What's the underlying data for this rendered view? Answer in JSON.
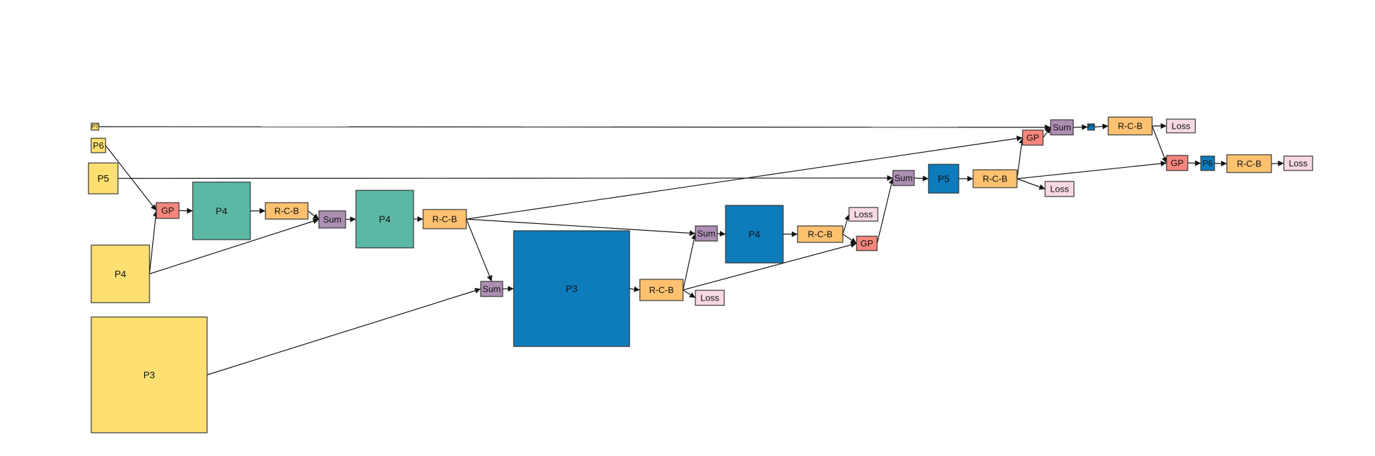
{
  "diagram": {
    "colors": {
      "input": "#fedf72",
      "teal": "#5bb8a5",
      "blue": "#0e7bbb",
      "rcb": "#fdc170",
      "gp": "#f5867b",
      "sum": "#ad8fb3",
      "loss": "#f7d9e3",
      "edge": "#111111"
    },
    "nodes": [
      {
        "id": "in_p7",
        "label": "P7",
        "kind": "input"
      },
      {
        "id": "in_p6",
        "label": "P6",
        "kind": "input"
      },
      {
        "id": "in_p5",
        "label": "P5",
        "kind": "input"
      },
      {
        "id": "in_p4",
        "label": "P4",
        "kind": "input"
      },
      {
        "id": "in_p3",
        "label": "P3",
        "kind": "input"
      },
      {
        "id": "gp1",
        "label": "GP",
        "kind": "gp"
      },
      {
        "id": "p4a",
        "label": "P4",
        "kind": "teal"
      },
      {
        "id": "rcb1",
        "label": "R-C-B",
        "kind": "rcb"
      },
      {
        "id": "sum1",
        "label": "Sum",
        "kind": "sum"
      },
      {
        "id": "p4b",
        "label": "P4",
        "kind": "teal"
      },
      {
        "id": "rcb2",
        "label": "R-C-B",
        "kind": "rcb"
      },
      {
        "id": "sum2",
        "label": "Sum",
        "kind": "sum"
      },
      {
        "id": "p3out",
        "label": "P3",
        "kind": "blue"
      },
      {
        "id": "rcb3",
        "label": "R-C-B",
        "kind": "rcb"
      },
      {
        "id": "loss3",
        "label": "Loss",
        "kind": "loss"
      },
      {
        "id": "sum3",
        "label": "Sum",
        "kind": "sum"
      },
      {
        "id": "p4out",
        "label": "P4",
        "kind": "blue"
      },
      {
        "id": "rcb4",
        "label": "R-C-B",
        "kind": "rcb"
      },
      {
        "id": "loss4",
        "label": "Loss",
        "kind": "loss"
      },
      {
        "id": "gp4",
        "label": "GP",
        "kind": "gp"
      },
      {
        "id": "sum5",
        "label": "Sum",
        "kind": "sum"
      },
      {
        "id": "p5out",
        "label": "P5",
        "kind": "blue"
      },
      {
        "id": "rcb5",
        "label": "R-C-B",
        "kind": "rcb"
      },
      {
        "id": "loss5",
        "label": "Loss",
        "kind": "loss"
      },
      {
        "id": "gp5",
        "label": "GP",
        "kind": "gp"
      },
      {
        "id": "sum7",
        "label": "Sum",
        "kind": "sum"
      },
      {
        "id": "p7out",
        "label": "P7",
        "kind": "blue"
      },
      {
        "id": "rcb7",
        "label": "R-C-B",
        "kind": "rcb"
      },
      {
        "id": "loss7",
        "label": "Loss",
        "kind": "loss"
      },
      {
        "id": "gp6",
        "label": "GP",
        "kind": "gp"
      },
      {
        "id": "p6out",
        "label": "P6",
        "kind": "blue"
      },
      {
        "id": "rcb6",
        "label": "R-C-B",
        "kind": "rcb"
      },
      {
        "id": "loss6",
        "label": "Loss",
        "kind": "loss"
      }
    ],
    "edges": [
      [
        "in_p6",
        "gp1"
      ],
      [
        "in_p4",
        "gp1"
      ],
      [
        "gp1",
        "p4a"
      ],
      [
        "p4a",
        "rcb1"
      ],
      [
        "rcb1",
        "sum1"
      ],
      [
        "in_p4",
        "sum1"
      ],
      [
        "sum1",
        "p4b"
      ],
      [
        "p4b",
        "rcb2"
      ],
      [
        "rcb2",
        "sum2"
      ],
      [
        "in_p3",
        "sum2"
      ],
      [
        "sum2",
        "p3out"
      ],
      [
        "p3out",
        "rcb3"
      ],
      [
        "rcb3",
        "loss3"
      ],
      [
        "rcb2",
        "sum3"
      ],
      [
        "rcb3",
        "sum3"
      ],
      [
        "sum3",
        "p4out"
      ],
      [
        "p4out",
        "rcb4"
      ],
      [
        "rcb4",
        "loss4"
      ],
      [
        "rcb4",
        "gp4"
      ],
      [
        "rcb3",
        "gp4"
      ],
      [
        "gp4",
        "sum5"
      ],
      [
        "in_p5",
        "sum5"
      ],
      [
        "sum5",
        "p5out"
      ],
      [
        "p5out",
        "rcb5"
      ],
      [
        "rcb5",
        "loss5"
      ],
      [
        "rcb5",
        "gp5"
      ],
      [
        "rcb2",
        "gp5"
      ],
      [
        "gp5",
        "sum7"
      ],
      [
        "in_p7",
        "sum7"
      ],
      [
        "sum7",
        "p7out"
      ],
      [
        "p7out",
        "rcb7"
      ],
      [
        "rcb7",
        "loss7"
      ],
      [
        "rcb7",
        "gp6"
      ],
      [
        "rcb5",
        "gp6"
      ],
      [
        "gp6",
        "p6out"
      ],
      [
        "p6out",
        "rcb6"
      ],
      [
        "rcb6",
        "loss6"
      ]
    ]
  }
}
